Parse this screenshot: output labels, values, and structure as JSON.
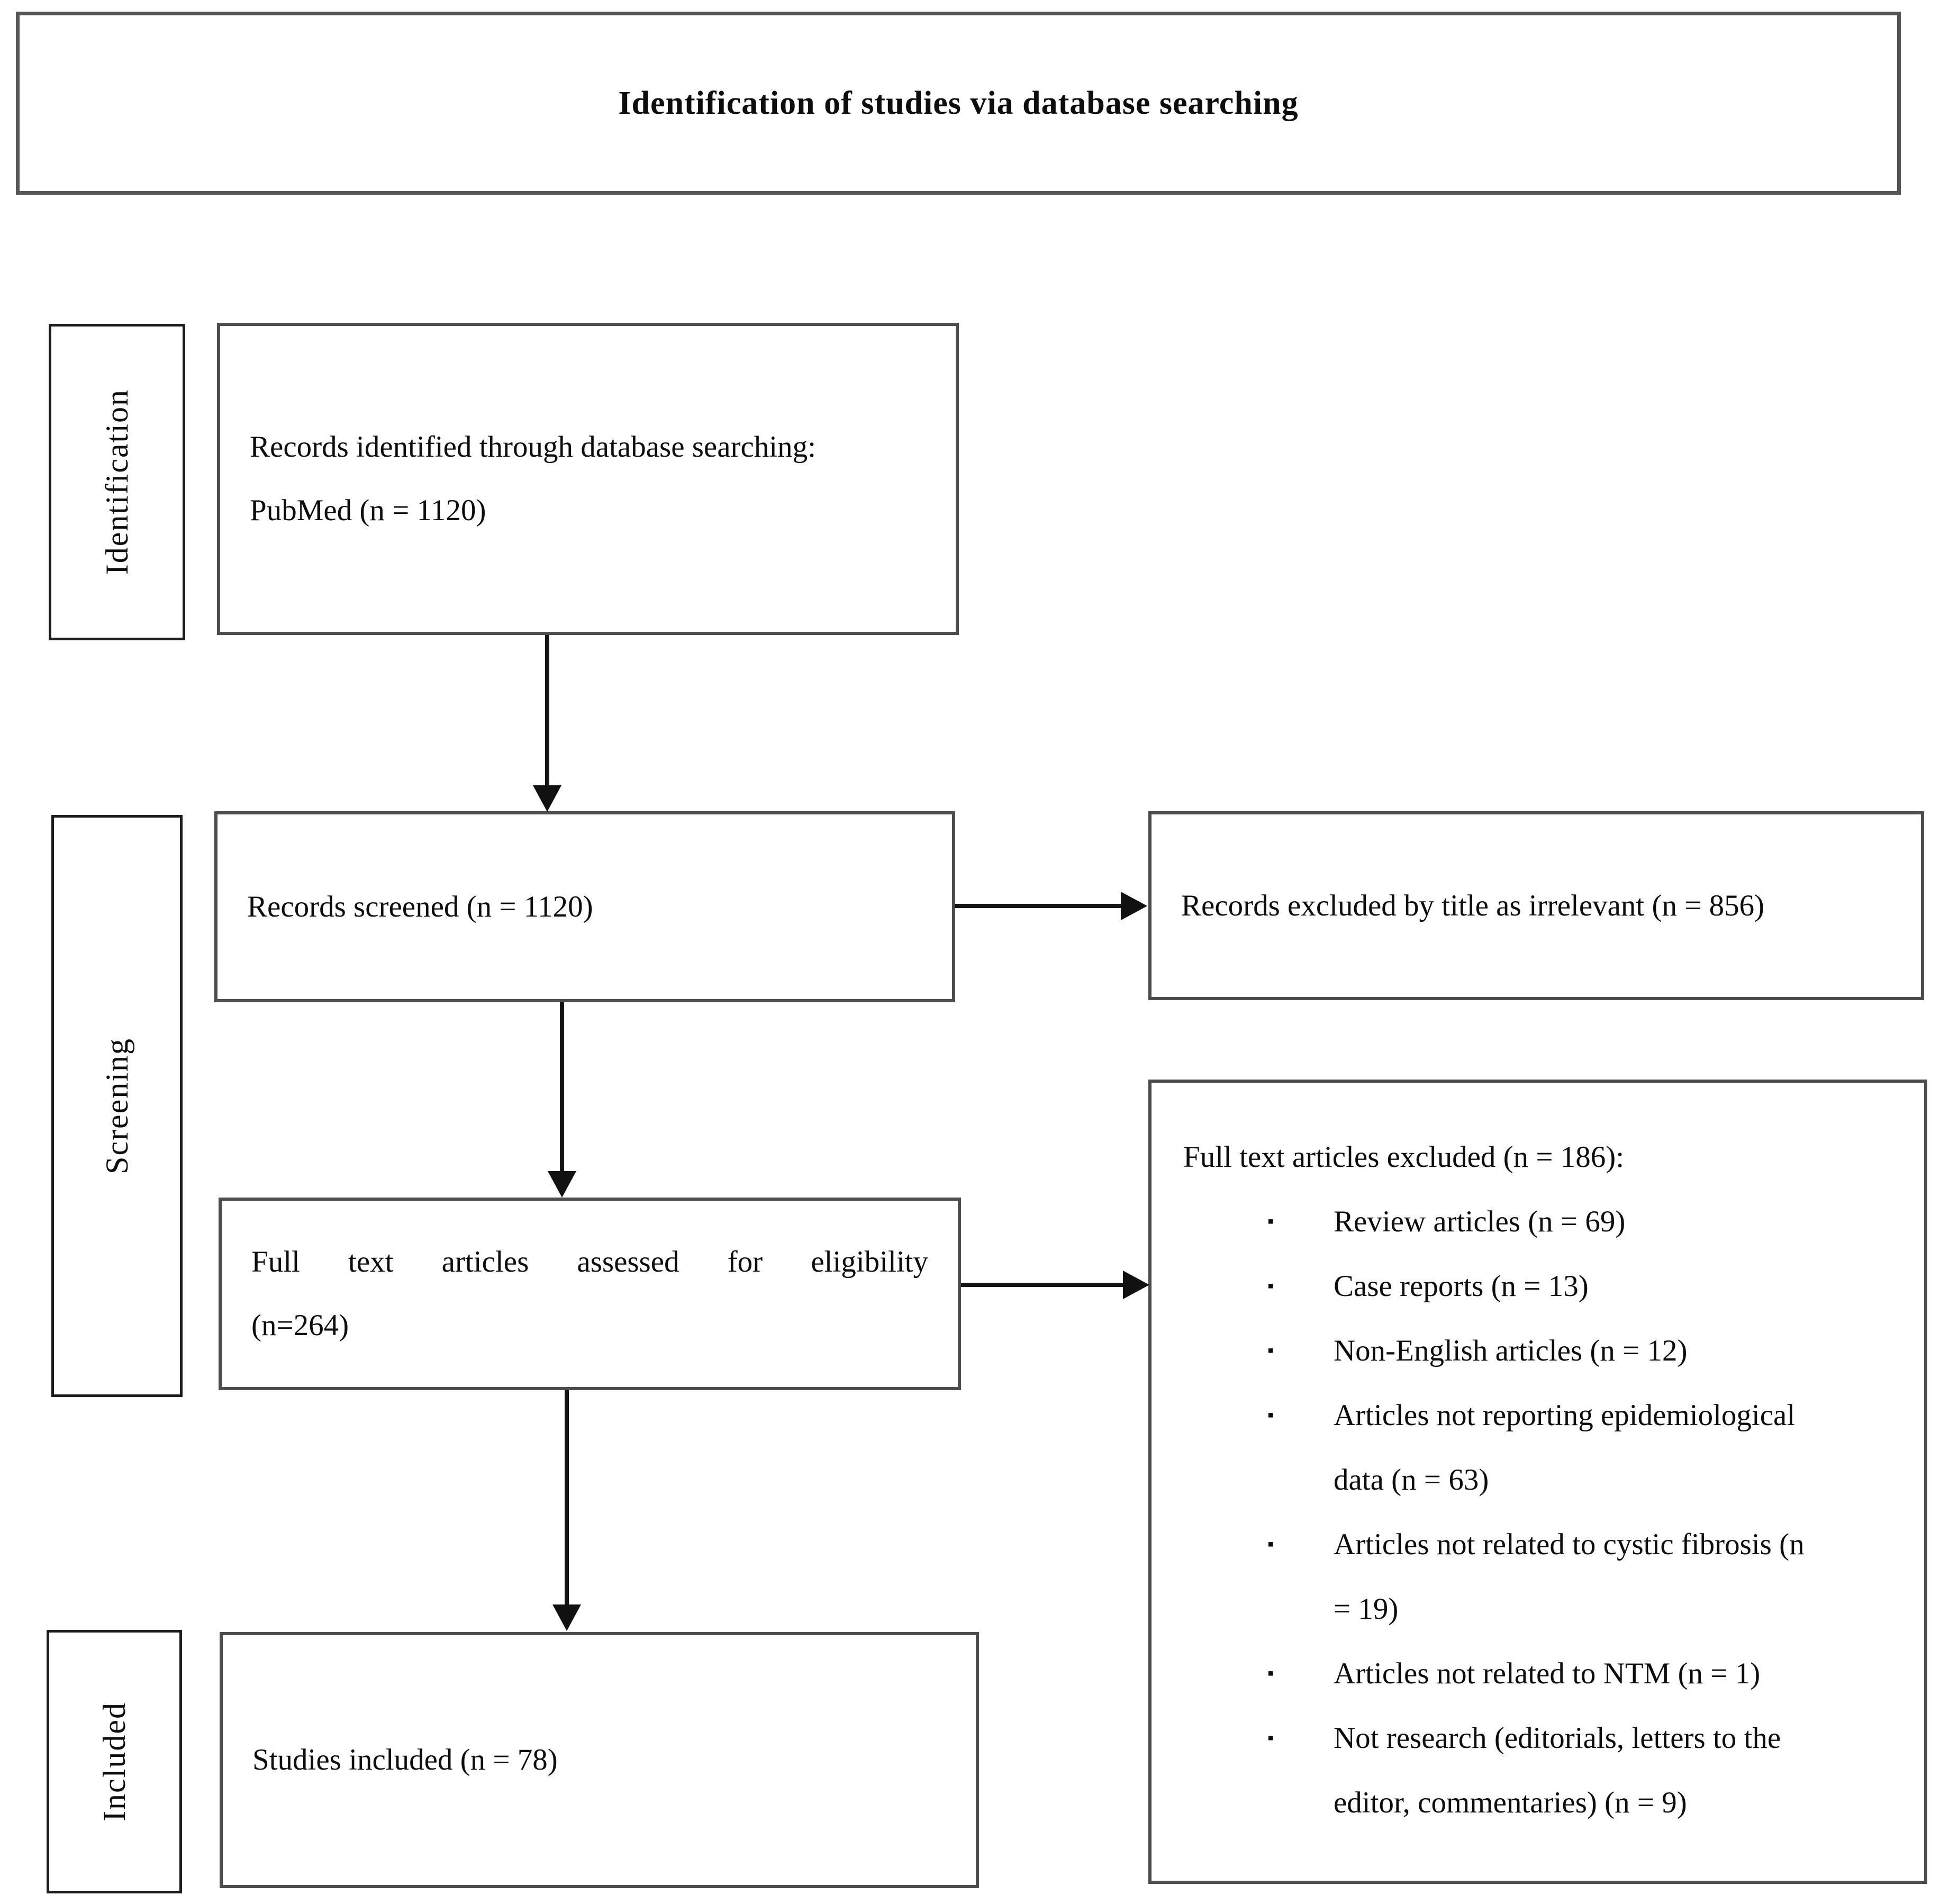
{
  "title": "Identification of studies via database searching",
  "stages": {
    "identification": "Identification",
    "screening": "Screening",
    "included": "Included"
  },
  "flow_boxes": {
    "identified": "Records identified through database searching:\nPubMed (n = 1120)",
    "screened": "Records screened (n = 1120)",
    "full_text_assessed": "Full text articles assessed for eligibility\n(n=264)",
    "studies_included": "Studies included (n = 78)"
  },
  "exclusions": {
    "records_excluded": "Records excluded by title as irrelevant (n = 856)",
    "full_text_excluded_header": "Full text articles excluded (n = 186):",
    "items": [
      "Review articles (n = 69)",
      "Case reports (n = 13)",
      "Non-English articles (n = 12)",
      "Articles not reporting epidemiological\ndata (n = 63)",
      "Articles not related to cystic fibrosis (n\n= 19)",
      "Articles not related to NTM (n = 1)",
      "Not research (editorials, letters to the\neditor, commentaries) (n = 9)"
    ]
  },
  "counts": {
    "records_identified": 1120,
    "records_screened": 1120,
    "records_excluded_by_title": 856,
    "full_text_assessed": 264,
    "full_text_excluded": 186,
    "review_articles": 69,
    "case_reports": 13,
    "non_english_articles": 12,
    "no_epidemiological_data": 63,
    "not_cystic_fibrosis": 19,
    "not_ntm": 1,
    "not_research": 9,
    "studies_included": 78
  },
  "icons": {
    "bullet_glyph": "▪"
  },
  "colors": {
    "box_border": "#4d4d4d",
    "stage_border": "#1c1c1c",
    "arrow": "#111111",
    "text": "#0d0d0d",
    "background": "#ffffff"
  }
}
